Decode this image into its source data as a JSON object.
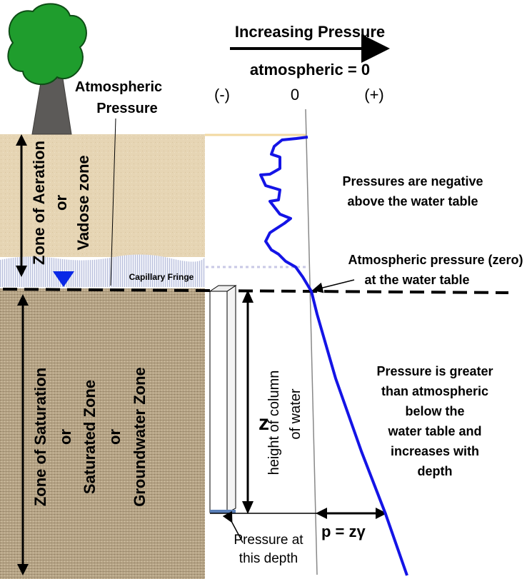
{
  "header": {
    "title": "Increasing Pressure",
    "atmospheric_zero": "atmospheric = 0",
    "tick_negative": "(-)",
    "tick_zero": "0",
    "tick_positive": "(+)"
  },
  "labels": {
    "atmospheric_pressure_line1": "Atmospheric",
    "atmospheric_pressure_line2": "Pressure",
    "zone_aeration": "Zone of Aeration",
    "or_1": "or",
    "vadose_zone": "Vadose zone",
    "capillary_fringe": "Capillary Fringe",
    "zone_saturation": "Zone of Saturation",
    "or_2": "or",
    "saturated_zone": "Saturated Zone",
    "or_3": "or",
    "groundwater_zone": "Groundwater Zone",
    "z": "z",
    "column_line1": "height of column",
    "column_line2": "of water",
    "p_formula": "p = zγ",
    "pressure_depth_line1": "Pressure at",
    "pressure_depth_line2": "this depth"
  },
  "annotations": {
    "negative_line1": "Pressures are negative",
    "negative_line2": "above the water table",
    "atm_wt_line1": "Atmospheric pressure (zero)",
    "atm_wt_line2": "at the water table",
    "greater_lines": [
      "Pressure is greater",
      "than atmospheric",
      "below the",
      "water table and",
      "increases with",
      "depth"
    ]
  },
  "colors": {
    "sand": "#e6d5b4",
    "saturated": "#b3a284",
    "pressure_curve": "#1414e6",
    "water_table_marker": "#0a28e6",
    "tree_canopy": "#1f9d2d",
    "trunk": "#5c5a58",
    "capillary": "#c8cde6"
  }
}
